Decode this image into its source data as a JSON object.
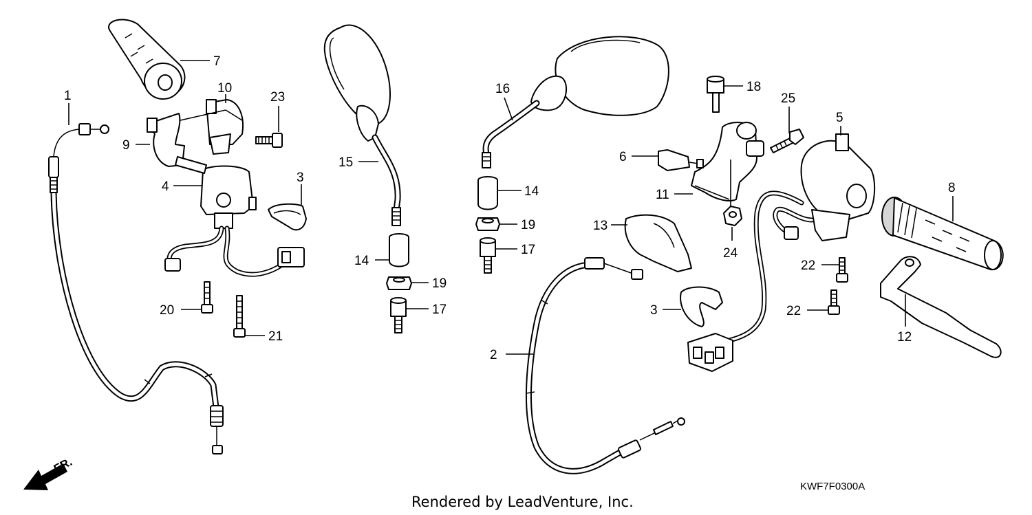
{
  "callouts": {
    "c1": "1",
    "c2": "2",
    "c3a": "3",
    "c3b": "3",
    "c4": "4",
    "c5": "5",
    "c6": "6",
    "c7": "7",
    "c8": "8",
    "c9": "9",
    "c10": "10",
    "c11": "11",
    "c12": "12",
    "c13": "13",
    "c14a": "14",
    "c14b": "14",
    "c15": "15",
    "c16": "16",
    "c17a": "17",
    "c17b": "17",
    "c18": "18",
    "c19a": "19",
    "c19b": "19",
    "c20": "20",
    "c21": "21",
    "c22a": "22",
    "c22b": "22",
    "c23": "23",
    "c24": "24",
    "c25": "25"
  },
  "diagram_code": "KWF7F0300A",
  "credit": "Rendered by LeadVenture, Inc.",
  "direction_label": "FR.",
  "icons": {
    "direction": "front-direction-arrow-icon"
  }
}
